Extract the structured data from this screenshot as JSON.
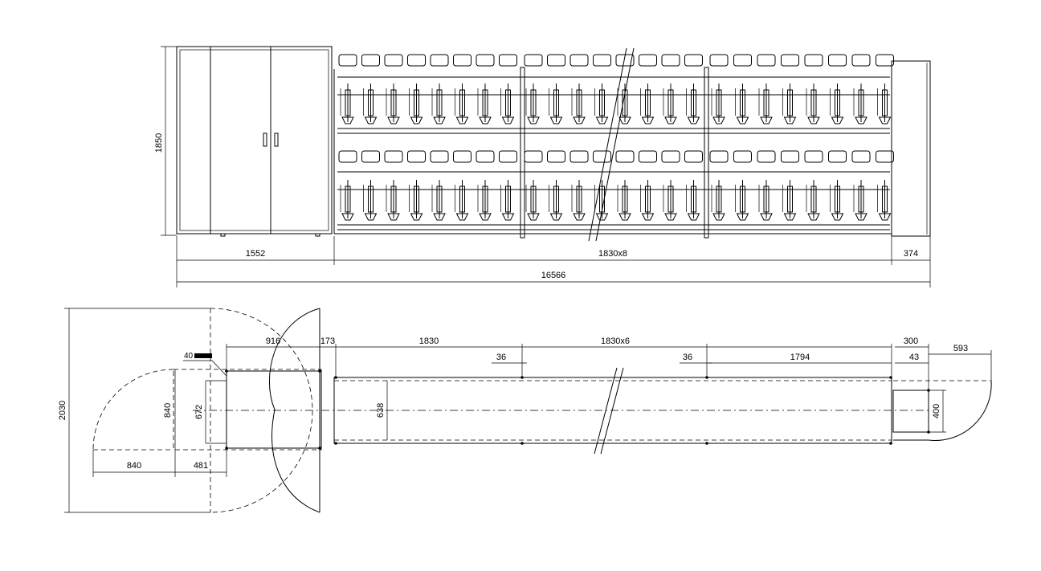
{
  "elevation": {
    "height_label": "1850",
    "cabinet_width_label": "1552",
    "bay_width_label": "1830x8",
    "end_width_label": "374",
    "total_width_label": "16566"
  },
  "plan": {
    "overall_depth_label": "2030",
    "door_radius_label": "840",
    "door_swing_label": "840",
    "offset_481_label": "481",
    "inner_672_label": "672",
    "inner_638_label": "638",
    "gap_916_label": "916",
    "gap_173_label": "173",
    "bay_1830_label": "1830",
    "bay_1830x6_label": "1830x6",
    "post_36_a_label": "36",
    "post_36_b_label": "36",
    "bay_1794_label": "1794",
    "end_300_label": "300",
    "end_43_label": "43",
    "end_593_label": "593",
    "end_400_label": "400",
    "note_label": "40"
  },
  "colors": {
    "line": "#000000",
    "background": "#ffffff"
  }
}
